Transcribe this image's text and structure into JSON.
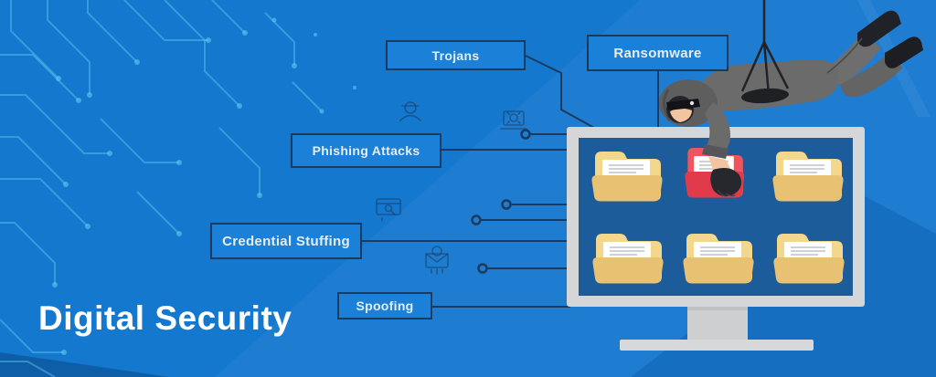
{
  "banner": {
    "title": "Digital Security",
    "labels": [
      {
        "id": "trojans",
        "text": "Trojans"
      },
      {
        "id": "ransomware",
        "text": "Ransomware"
      },
      {
        "id": "phishing-attacks",
        "text": "Phishing Attacks"
      },
      {
        "id": "credential-stuffing",
        "text": "Credential Stuffing"
      },
      {
        "id": "spoofing",
        "text": "Spoofing"
      }
    ],
    "icons": [
      "spy-icon",
      "laptop-bug-icon",
      "browser-search-icon",
      "mail-bug-icon",
      "monitor-icon",
      "folder-icon",
      "red-folder-icon",
      "hacker-figure",
      "rope-icon",
      "circuit-pattern"
    ],
    "colors": {
      "background": "#1478cf",
      "box_border": "#1b3a5f",
      "box_fill": "#1a80d8",
      "label_text": "#e6edf5",
      "title_text": "#ffffff",
      "circuit": "#5fc9ee",
      "screen": "#1d5c9b",
      "bezel": "#d5d6d8",
      "folder_light": "#f3d78c",
      "folder_dark": "#e8c272",
      "red_folder_light": "#f0545f",
      "red_folder_dark": "#e13b4b"
    }
  }
}
